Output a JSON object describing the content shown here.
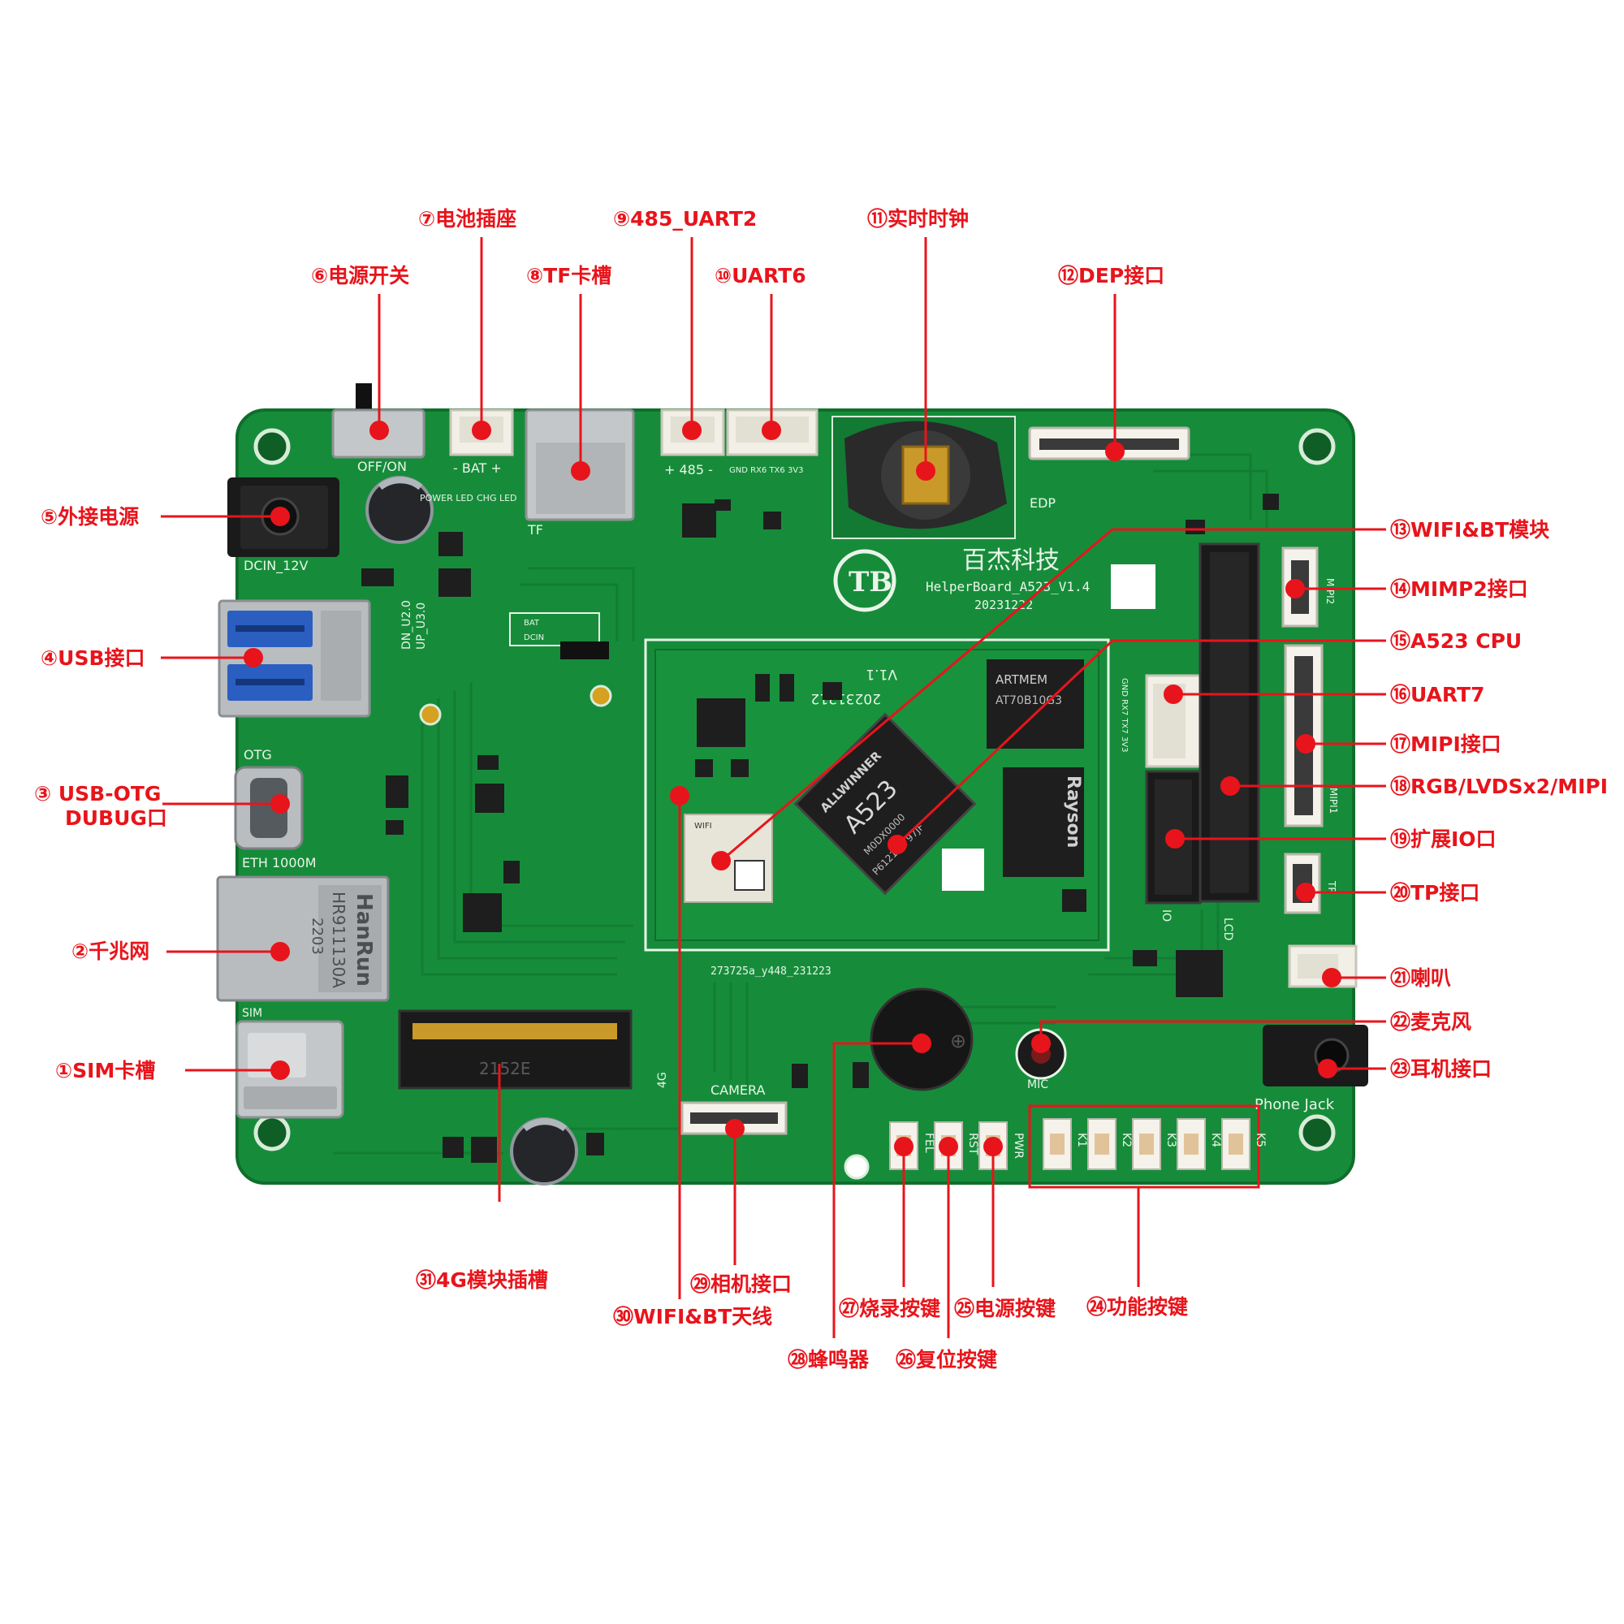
{
  "board": {
    "brand_cn": "百杰科技",
    "model_label": "HelperBoard_A523_V1.4",
    "date_code": "20231222",
    "core_date": "20231212",
    "core_version": "V1.1",
    "core_serial": "273725a_y448_231223",
    "colors": {
      "pcb": "#168c3a",
      "pcb_dark": "#0f6e2c",
      "silk": "#e9f5e9",
      "label_red": "#e8141b",
      "chip": "#1e1e1e",
      "metal": "#b9bdc0",
      "white_conn": "#f1efe6"
    }
  },
  "silkscreen": {
    "off_on": "OFF/ON",
    "bat": "- BAT +",
    "power_led": "POWER LED",
    "chg_led": "CHG LED",
    "tf": "TF",
    "r485": "+ 485 -",
    "uart6_pins": "GND RX6 TX6 3V3",
    "edp": "EDP",
    "dcin": "DCIN_12V",
    "otg": "OTG",
    "eth": "ETH 1000M",
    "dn_u2": "DN_U2.0",
    "up_u3": "UP_U3.0",
    "bat_j": "BAT",
    "dcin_j": "DCIN",
    "mipi2": "MIPI2",
    "mipi1": "MIPI1",
    "io": "IO",
    "lcd": "LCD",
    "tp": "TP",
    "camera": "CAMERA",
    "fel": "FEL",
    "rst": "RST",
    "pwr": "PWR",
    "keys": [
      "K1",
      "K2",
      "K3",
      "K4",
      "K5"
    ],
    "mic": "MIC",
    "phone_jack": "Phone  Jack",
    "g4": "4G",
    "sim": "SIM",
    "hanrun": "HanRun",
    "hanrun_pn": "HR911130A",
    "hanrun_date": "2203",
    "pcie_code": "2152E",
    "cpu_brand": "ALLWINNER",
    "cpu_name": "A523",
    "cpu_code1": "M0DX0000",
    "cpu_code2": "P6121BA  97JF",
    "ram_brand": "ARTMEM",
    "ram_pn": "AT70B10G3",
    "flash_brand": "Rayson",
    "wifi_mod": "WIFI",
    "uart7_pins": "GND RX7 TX7 3V3"
  },
  "labels": [
    {
      "id": "1",
      "text": "①SIM卡槽"
    },
    {
      "id": "2",
      "text": "②千兆网"
    },
    {
      "id": "3a",
      "text": "③ USB-OTG"
    },
    {
      "id": "3b",
      "text": "DUBUG口"
    },
    {
      "id": "4",
      "text": "④USB接口"
    },
    {
      "id": "5",
      "text": "⑤外接电源"
    },
    {
      "id": "6",
      "text": "⑥电源开关"
    },
    {
      "id": "7",
      "text": "⑦电池插座"
    },
    {
      "id": "8",
      "text": "⑧TF卡槽"
    },
    {
      "id": "9",
      "text": "⑨485_UART2"
    },
    {
      "id": "10",
      "text": "⑩UART6"
    },
    {
      "id": "11",
      "text": "⑪实时时钟"
    },
    {
      "id": "12",
      "text": "⑫DEP接口"
    },
    {
      "id": "13",
      "text": "⑬WIFI&BT模块"
    },
    {
      "id": "14",
      "text": "⑭MIMP2接口"
    },
    {
      "id": "15",
      "text": "⑮A523 CPU"
    },
    {
      "id": "16",
      "text": "⑯UART7"
    },
    {
      "id": "17",
      "text": "⑰MIPI接口"
    },
    {
      "id": "18",
      "text": "⑱RGB/LVDSx2/MIPI"
    },
    {
      "id": "19",
      "text": "⑲扩展IO口"
    },
    {
      "id": "20",
      "text": "⑳TP接口"
    },
    {
      "id": "21",
      "text": "㉑喇叭"
    },
    {
      "id": "22",
      "text": "㉒麦克风"
    },
    {
      "id": "23",
      "text": "㉓耳机接口"
    },
    {
      "id": "24",
      "text": "㉔功能按键"
    },
    {
      "id": "25",
      "text": "㉕电源按键"
    },
    {
      "id": "26",
      "text": "㉖复位按键"
    },
    {
      "id": "27",
      "text": "㉗烧录按键"
    },
    {
      "id": "28",
      "text": "㉘蜂鸣器"
    },
    {
      "id": "29",
      "text": "㉙相机接口"
    },
    {
      "id": "30",
      "text": "㉚WIFI&BT天线"
    },
    {
      "id": "31",
      "text": "㉛4G模块插槽"
    }
  ]
}
